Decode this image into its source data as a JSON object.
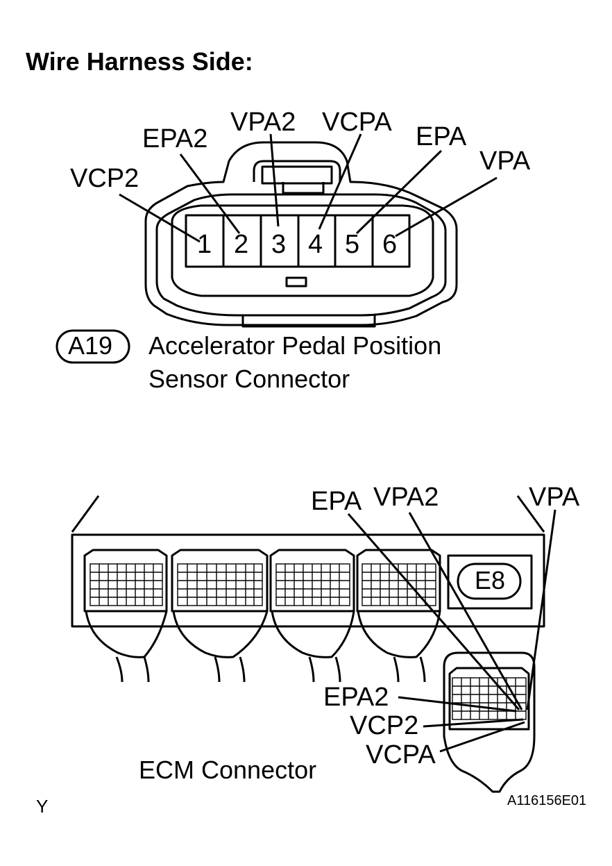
{
  "title": "Wire Harness Side:",
  "sensor_connector": {
    "pins": [
      {
        "number": "1",
        "signal": "VCP2"
      },
      {
        "number": "2",
        "signal": "EPA2"
      },
      {
        "number": "3",
        "signal": "VPA2"
      },
      {
        "number": "4",
        "signal": "VCPA"
      },
      {
        "number": "5",
        "signal": "EPA"
      },
      {
        "number": "6",
        "signal": "VPA"
      }
    ],
    "code": "A19",
    "description_line1": "Accelerator Pedal Position",
    "description_line2": "Sensor Connector"
  },
  "ecm": {
    "code": "E8",
    "label": "ECM Connector",
    "top_labels": [
      "EPA",
      "VPA2",
      "VPA"
    ],
    "side_labels": [
      "EPA2",
      "VCP2",
      "VCPA"
    ]
  },
  "footer": {
    "left_mark": "Y",
    "figure_id": "A116156E01"
  }
}
